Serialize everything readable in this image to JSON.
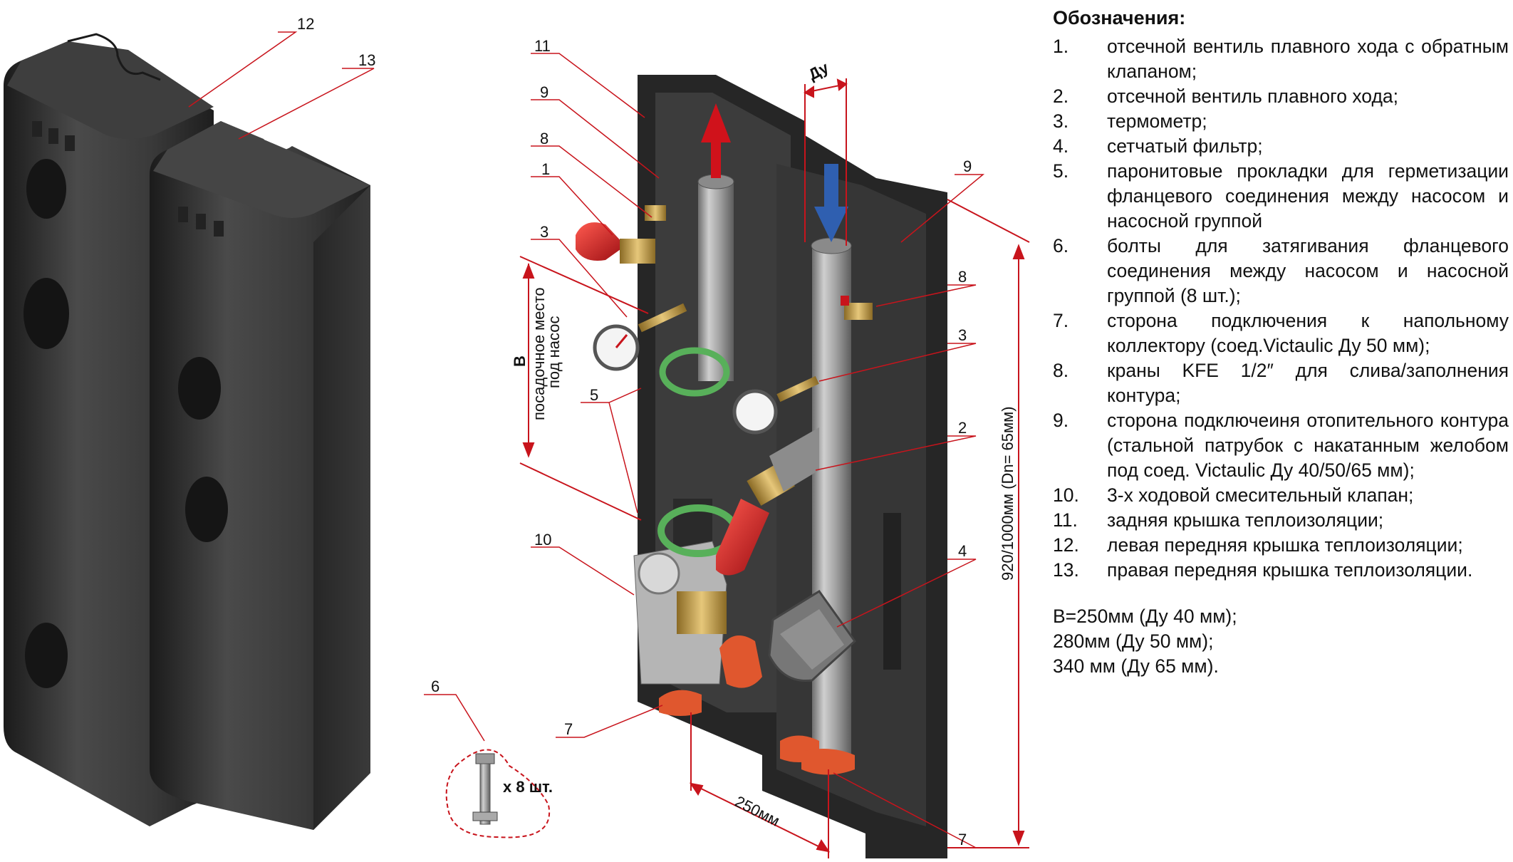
{
  "legend": {
    "title": "Обозначения:",
    "items": [
      {
        "num": "1.",
        "text": "отсечной вентиль плавного хода с обратным клапаном;"
      },
      {
        "num": "2.",
        "text": "отсечной вентиль плавного хода;"
      },
      {
        "num": "3.",
        "text": "термометр;"
      },
      {
        "num": "4.",
        "text": "сетчатый фильтр;"
      },
      {
        "num": "5.",
        "text": "паронитовые прокладки для герметизации фланцевого соединения между насосом и насосной группой"
      },
      {
        "num": "6.",
        "text": "болты для затягивания фланцевого соединения между насосом и насосной группой (8 шт.);"
      },
      {
        "num": "7.",
        "text": "сторона подключения к напольному коллектору (соед.Victaulic Ду 50 мм);"
      },
      {
        "num": "8.",
        "text": "краны KFE 1/2″ для слива/заполнения контура;"
      },
      {
        "num": "9.",
        "text": "сторона подключеиня отопительного контура (стальной патрубок с накатанным желобом под соед. Victaulic Ду 40/50/65 мм);"
      },
      {
        "num": "10.",
        "text": "3-х ходовой смесительный клапан;"
      },
      {
        "num": "11.",
        "text": "задняя крышка теплоизоляции;"
      },
      {
        "num": "12.",
        "text": "левая передняя крышка теплоизоляции;"
      },
      {
        "num": "13.",
        "text": "правая передняя крышка теплоизоляции."
      }
    ],
    "notes": [
      "B=250мм (Ду 40 мм);",
      "280мм (Ду 50 мм);",
      "340 мм (Ду 65 мм)."
    ]
  },
  "callouts": {
    "c12": "12",
    "c13": "13",
    "c11": "11",
    "c9a": "9",
    "c8a": "8",
    "c1": "1",
    "c3a": "3",
    "c5": "5",
    "c10": "10",
    "c6": "6",
    "c7a": "7",
    "c9b": "9",
    "c8b": "8",
    "c3b": "3",
    "c2": "2",
    "c4": "4",
    "c7b": "7"
  },
  "dimensions": {
    "du": "Ду",
    "b_letter": "B",
    "b_text_1": "посадочное место",
    "b_text_2": "под насос",
    "width": "250мм",
    "height": "920/1000мм (Dn= 65мм)",
    "bolts": "x 8 шт."
  },
  "colors": {
    "insulation": "#2f2f2f",
    "pipe": "#a9a9a9",
    "valve_red": "#c8141c",
    "brass": "#c8a24a",
    "gasket": "#58b05a",
    "arrow_up": "#d0121b",
    "arrow_down": "#2f5fb0",
    "leader": "#c8141c"
  }
}
